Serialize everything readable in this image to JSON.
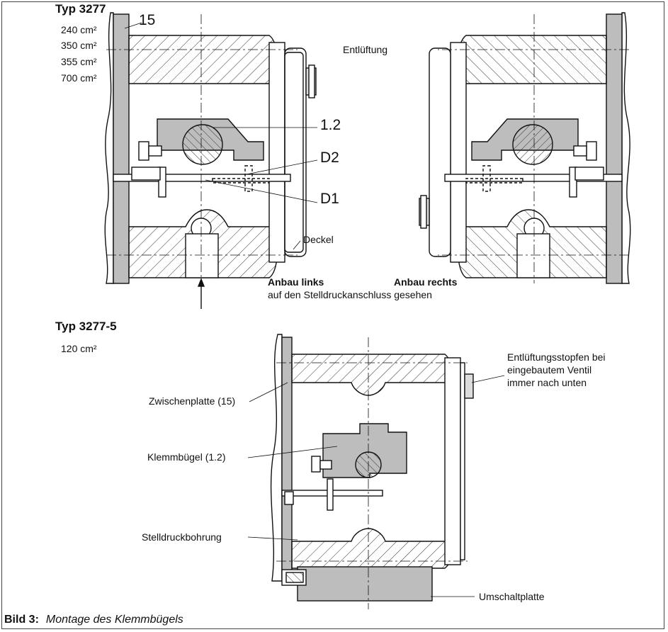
{
  "top_section": {
    "type_label": "Typ 3277",
    "areas": [
      "240 cm²",
      "350 cm²",
      "355 cm²",
      "700 cm²"
    ],
    "callouts": {
      "plate_number": "15",
      "vent": "Entlüftung",
      "clamp": "1.2",
      "d2": "D2",
      "d1": "D1",
      "cover": "Deckel"
    },
    "mount_left": "Anbau links",
    "mount_right": "Anbau rechts",
    "viewed_note": "auf den Stelldruckanschluss gesehen"
  },
  "bottom_section": {
    "type_label": "Typ 3277-5",
    "area": "120 cm²",
    "callouts": {
      "vent_plug_line1": "Entlüftungsstopfen bei",
      "vent_plug_line2": "eingebautem Ventil",
      "vent_plug_line3": "immer nach unten",
      "intermediate_plate": "Zwischenplatte (15)",
      "clamp": "Klemmbügel (1.2)",
      "bore": "Stelldruckbohrung",
      "switch_plate": "Umschaltplatte"
    }
  },
  "caption": {
    "number": "Bild 3:",
    "text": "Montage des Klemmbügels"
  }
}
